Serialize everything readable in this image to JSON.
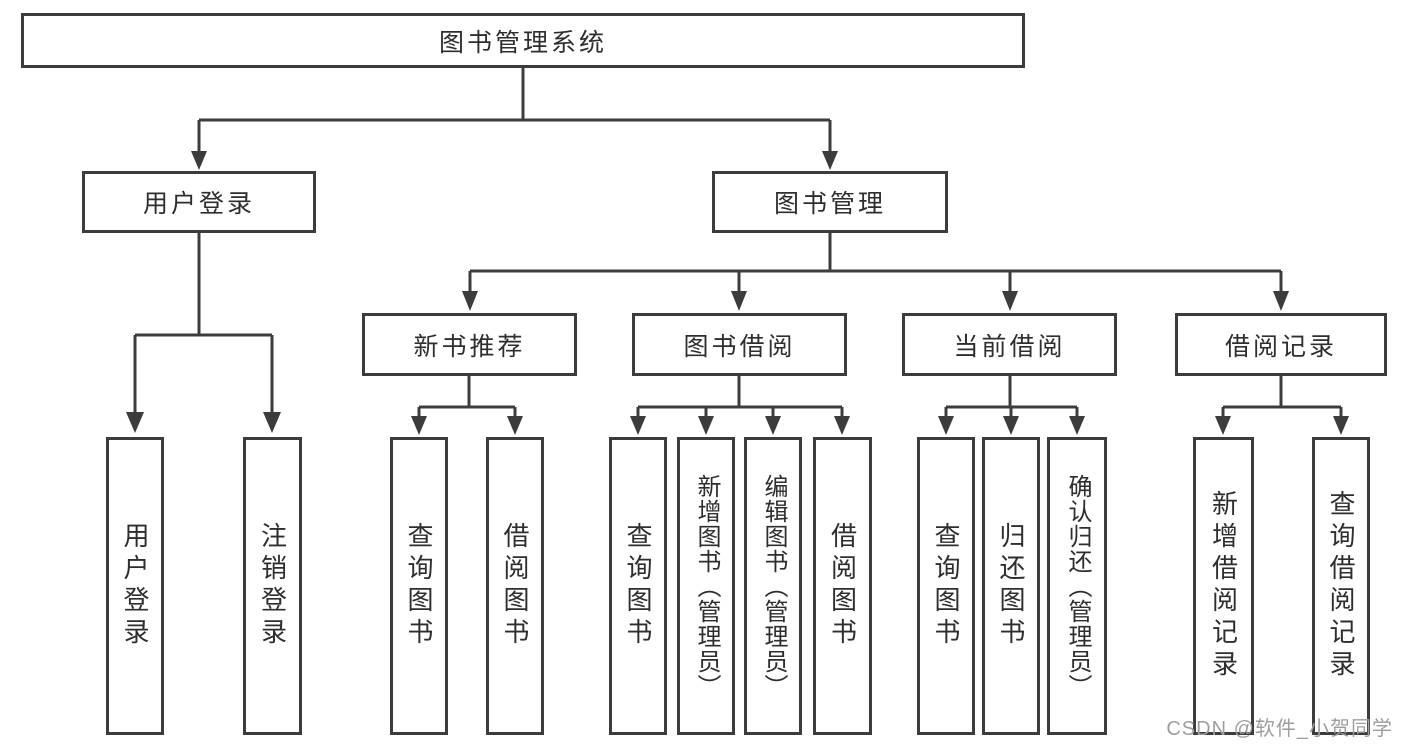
{
  "diagram": {
    "root": {
      "label": "图书管理系统"
    },
    "branches": [
      {
        "label": "用户登录",
        "children": [
          {
            "label": "用户登录"
          },
          {
            "label": "注销登录"
          }
        ]
      },
      {
        "label": "图书管理",
        "children": [
          {
            "label": "新书推荐",
            "children": [
              {
                "label": "查询图书"
              },
              {
                "label": "借阅图书"
              }
            ]
          },
          {
            "label": "图书借阅",
            "children": [
              {
                "label": "查询图书"
              },
              {
                "label": "新增图书（管理员）"
              },
              {
                "label": "编辑图书（管理员）"
              },
              {
                "label": "借阅图书"
              }
            ]
          },
          {
            "label": "当前借阅",
            "children": [
              {
                "label": "查询图书"
              },
              {
                "label": "归还图书"
              },
              {
                "label": "确认归还（管理员）"
              }
            ]
          },
          {
            "label": "借阅记录",
            "children": [
              {
                "label": "新增借阅记录"
              },
              {
                "label": "查询借阅记录"
              }
            ]
          }
        ]
      }
    ]
  },
  "watermark": {
    "text": "CSDN @软件_小贺同学"
  },
  "colors": {
    "line": "#3c3c3c",
    "text": "#2e2e2e",
    "background": "#ffffff",
    "watermark": "#9e9e9e"
  }
}
